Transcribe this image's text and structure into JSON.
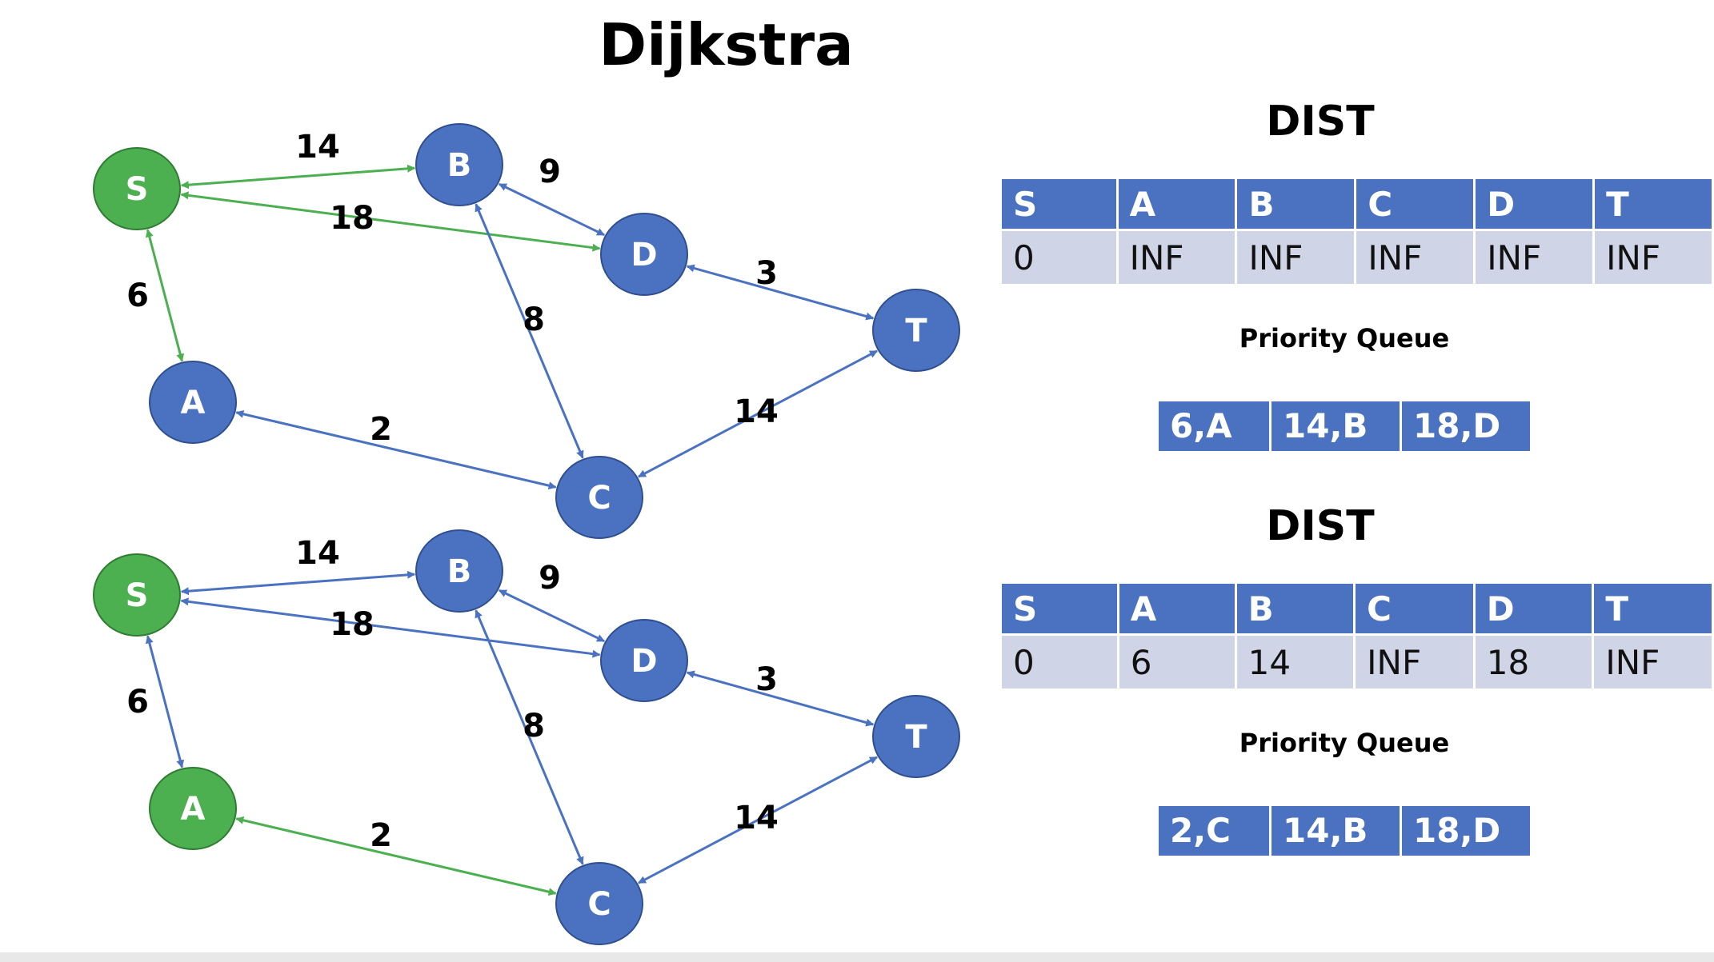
{
  "title": "Dijkstra",
  "colors": {
    "visited": "#4caf50",
    "unvisited": "#4a72c1",
    "edge_visited": "#4caf50",
    "edge_default": "#4a72c1"
  },
  "graphs": [
    {
      "nodes": [
        {
          "id": "S",
          "label": "S",
          "state": "visited"
        },
        {
          "id": "A",
          "label": "A",
          "state": "unvisited"
        },
        {
          "id": "B",
          "label": "B",
          "state": "unvisited"
        },
        {
          "id": "C",
          "label": "C",
          "state": "unvisited"
        },
        {
          "id": "D",
          "label": "D",
          "state": "unvisited"
        },
        {
          "id": "T",
          "label": "T",
          "state": "unvisited"
        }
      ],
      "edges": [
        {
          "from": "S",
          "to": "B",
          "weight": "14",
          "state": "visited"
        },
        {
          "from": "S",
          "to": "D",
          "weight": "18",
          "state": "visited"
        },
        {
          "from": "S",
          "to": "A",
          "weight": "6",
          "state": "visited"
        },
        {
          "from": "B",
          "to": "D",
          "weight": "9",
          "state": "default"
        },
        {
          "from": "B",
          "to": "C",
          "weight": "8",
          "state": "default"
        },
        {
          "from": "D",
          "to": "T",
          "weight": "3",
          "state": "default"
        },
        {
          "from": "A",
          "to": "C",
          "weight": "2",
          "state": "default"
        },
        {
          "from": "C",
          "to": "T",
          "weight": "14",
          "state": "default"
        }
      ],
      "dist_title": "DIST",
      "dist_headers": [
        "S",
        "A",
        "B",
        "C",
        "D",
        "T"
      ],
      "dist_values": [
        "0",
        "INF",
        "INF",
        "INF",
        "INF",
        "INF"
      ],
      "pq_title": "Priority Queue",
      "pq": [
        "6,A",
        "14,B",
        "18,D"
      ]
    },
    {
      "nodes": [
        {
          "id": "S",
          "label": "S",
          "state": "visited"
        },
        {
          "id": "A",
          "label": "A",
          "state": "visited"
        },
        {
          "id": "B",
          "label": "B",
          "state": "unvisited"
        },
        {
          "id": "C",
          "label": "C",
          "state": "unvisited"
        },
        {
          "id": "D",
          "label": "D",
          "state": "unvisited"
        },
        {
          "id": "T",
          "label": "T",
          "state": "unvisited"
        }
      ],
      "edges": [
        {
          "from": "S",
          "to": "B",
          "weight": "14",
          "state": "default"
        },
        {
          "from": "S",
          "to": "D",
          "weight": "18",
          "state": "default"
        },
        {
          "from": "S",
          "to": "A",
          "weight": "6",
          "state": "default"
        },
        {
          "from": "B",
          "to": "D",
          "weight": "9",
          "state": "default"
        },
        {
          "from": "B",
          "to": "C",
          "weight": "8",
          "state": "default"
        },
        {
          "from": "D",
          "to": "T",
          "weight": "3",
          "state": "default"
        },
        {
          "from": "A",
          "to": "C",
          "weight": "2",
          "state": "visited"
        },
        {
          "from": "C",
          "to": "T",
          "weight": "14",
          "state": "default"
        }
      ],
      "dist_title": "DIST",
      "dist_headers": [
        "S",
        "A",
        "B",
        "C",
        "D",
        "T"
      ],
      "dist_values": [
        "0",
        "6",
        "14",
        "INF",
        "18",
        "INF"
      ],
      "pq_title": "Priority Queue",
      "pq": [
        "2,C",
        "14,B",
        "18,D"
      ]
    }
  ]
}
